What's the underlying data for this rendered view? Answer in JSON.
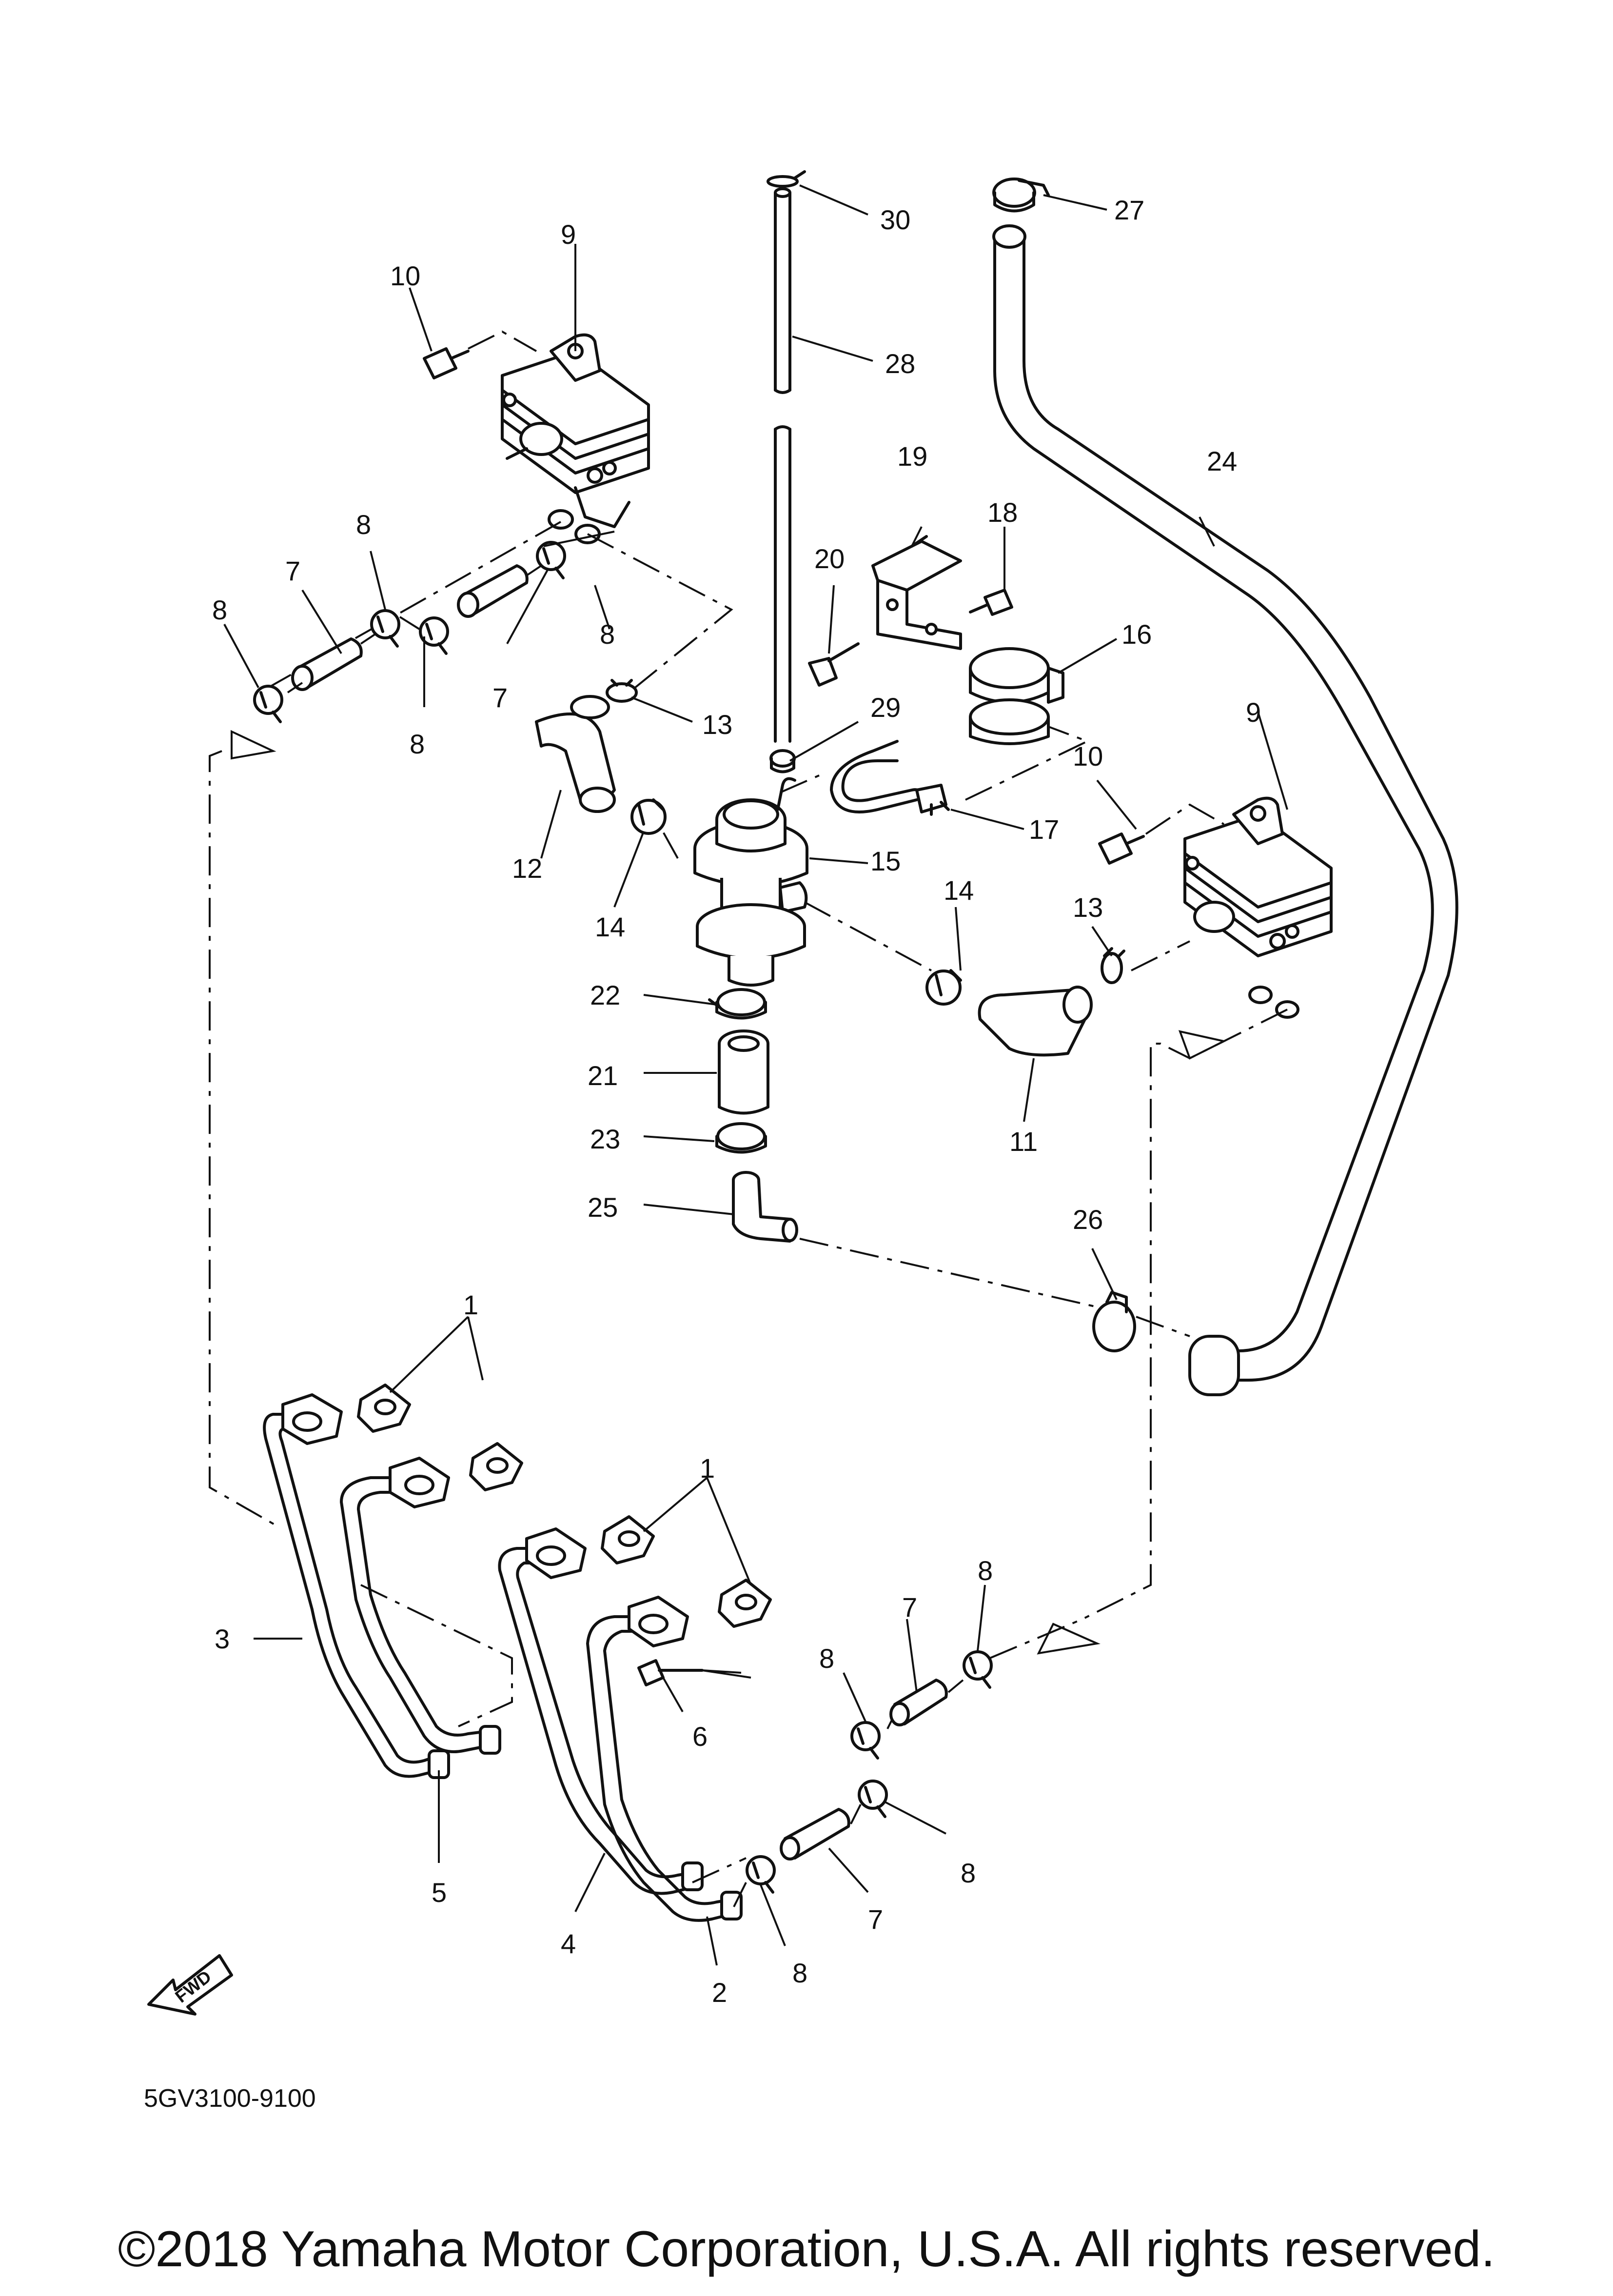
{
  "diagram_code": "5GV3100-9100",
  "fwd_label": "FWD",
  "copyright": "©2018 Yamaha Motor Corporation, U.S.A. All rights reserved.",
  "callouts": {
    "c1a": "1",
    "c1b": "1",
    "c2": "2",
    "c3": "3",
    "c4": "4",
    "c5": "5",
    "c6": "6",
    "c7a": "7",
    "c7b": "7",
    "c7c": "7",
    "c7d": "7",
    "c8a": "8",
    "c8b": "8",
    "c8c": "8",
    "c8d": "8",
    "c8e": "8",
    "c8f": "8",
    "c8g": "8",
    "c8h": "8",
    "c9a": "9",
    "c9b": "9",
    "c10a": "10",
    "c10b": "10",
    "c11": "11",
    "c12": "12",
    "c13a": "13",
    "c13b": "13",
    "c14a": "14",
    "c14b": "14",
    "c15": "15",
    "c16": "16",
    "c17": "17",
    "c18": "18",
    "c19": "19",
    "c20": "20",
    "c21": "21",
    "c22": "22",
    "c23": "23",
    "c24": "24",
    "c25": "25",
    "c26": "26",
    "c27": "27",
    "c28": "28",
    "c29": "29",
    "c30": "30"
  }
}
